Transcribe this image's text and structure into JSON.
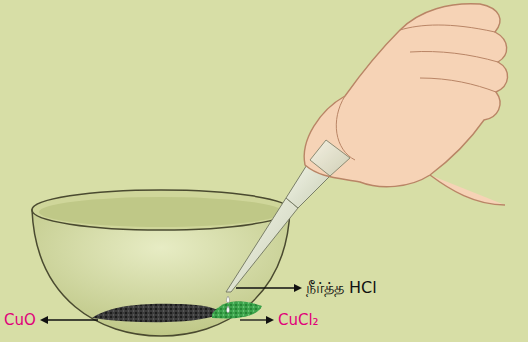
{
  "diagram": {
    "labels": [
      "நீர்த்த HCl",
      "CuO",
      "CuCl₂"
    ]
  }
}
